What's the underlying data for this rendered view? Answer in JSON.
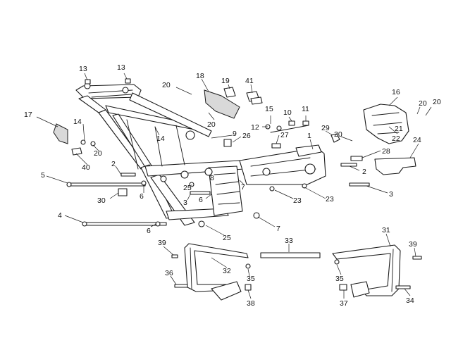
{
  "callouts": [
    "1",
    "2",
    "3",
    "4",
    "5",
    "6",
    "7",
    "8",
    "9",
    "10",
    "11",
    "12",
    "13",
    "14",
    "15",
    "16",
    "17",
    "18",
    "19",
    "20",
    "21",
    "22",
    "23",
    "24",
    "25",
    "26",
    "27",
    "28",
    "29",
    "30",
    "31",
    "32",
    "33",
    "34",
    "35",
    "36",
    "37",
    "38",
    "39",
    "40",
    "41"
  ],
  "colors": {
    "ink": "#1a1a1a",
    "paper": "#ffffff",
    "shade": "#d9d9d9"
  },
  "icons": {
    "frame": "main-frame-icon",
    "bolt": "bolt-icon",
    "nut": "nut-icon",
    "bracket": "bracket-icon",
    "crash_bar": "crash-bar-icon",
    "heat_shield": "heat-shield-icon",
    "tube": "spacer-tube-icon"
  }
}
